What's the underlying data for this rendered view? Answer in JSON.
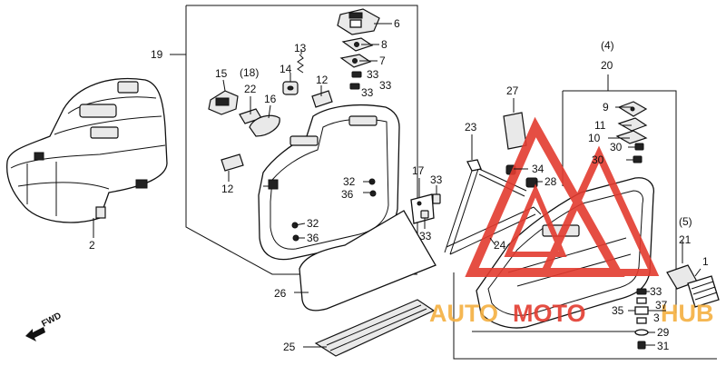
{
  "diagram": {
    "labels": {
      "l1": "1",
      "l2": "2",
      "l5": "5",
      "l6": "6",
      "l7": "7",
      "l8": "8",
      "l9": "9",
      "l10": "10",
      "l11": "11",
      "l12a": "12",
      "l12b": "12",
      "l13": "13",
      "l14": "14",
      "l15": "15",
      "l16": "16",
      "l17": "17",
      "l18": "(18)",
      "l19": "19",
      "l20": "20",
      "l4": "(4)",
      "l21": "21",
      "l22": "22",
      "l23": "23",
      "l24": "24",
      "l25": "25",
      "l26": "26",
      "l27": "27",
      "l28": "28",
      "l29": "29",
      "l30a": "30",
      "l30b": "30",
      "l31": "31",
      "l32a": "32",
      "l32b": "32",
      "l33a": "33",
      "l33b": "33",
      "l33c": "33",
      "l33d": "33",
      "l33e": "33",
      "l34": "34",
      "l35": "35",
      "l36a": "36",
      "l36b": "36",
      "l37": "37",
      "l3": "3",
      "l5p": "(5)"
    },
    "fwd_label": "FWD"
  },
  "watermark": {
    "text_a": "AUTO",
    "text_b": "MOTO",
    "text_c": "HUB",
    "color_red": "#e33b2f",
    "color_orange": "#f5b041"
  }
}
